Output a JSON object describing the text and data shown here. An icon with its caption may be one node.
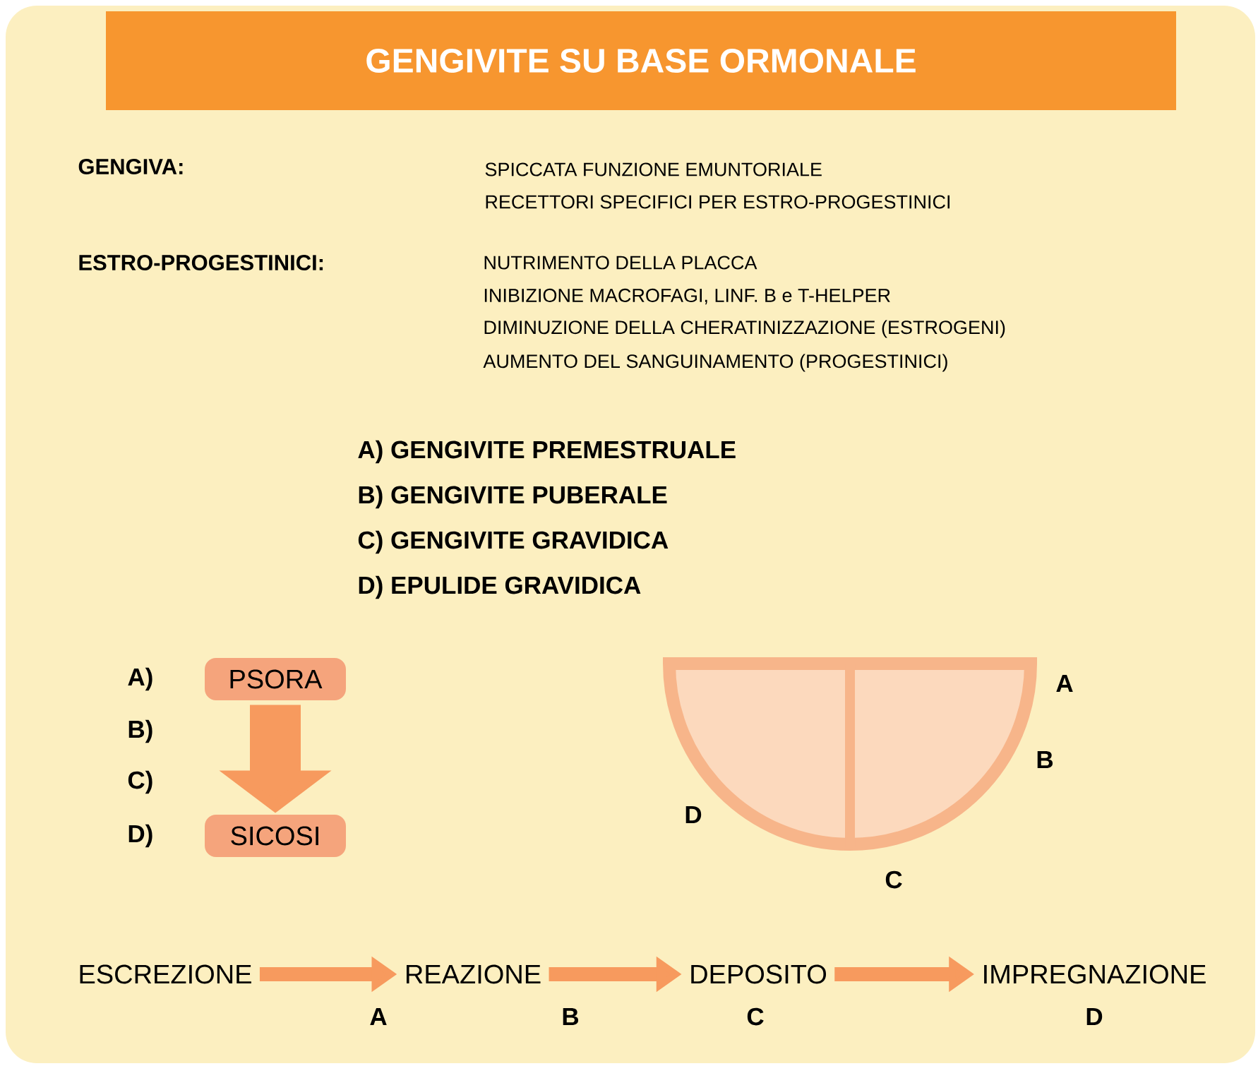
{
  "diagram": {
    "title": "GENGIVITE SU BASE ORMONALE",
    "nodes": [
      {
        "text": [
          "PSORA"
        ]
      },
      {
        "text": [
          "SICOSI"
        ]
      },
      {
        "text": [
          "ESCREZIONE"
        ]
      },
      {
        "text": [
          "REAZIONE"
        ]
      },
      {
        "text": [
          "DEPOSITO"
        ]
      },
      {
        "text": [
          "IMPREGNAZIONE"
        ]
      }
    ],
    "edges": [
      {
        "from": 0,
        "to": 1,
        "arrow": "to",
        "style": "thick"
      },
      {
        "from": 2,
        "to": 3,
        "arrow": "to"
      },
      {
        "from": 3,
        "to": 4,
        "arrow": "to"
      },
      {
        "from": 4,
        "to": 5,
        "arrow": "to"
      }
    ],
    "labels": [
      "GENGIVA:",
      "SPICCATA FUNZIONE EMUNTORIALE",
      "RECETTORI SPECIFICI PER ESTRO-PROGESTINICI",
      "ESTRO-PROGESTINICI:",
      "NUTRIMENTO DELLA PLACCA",
      "INIBIZIONE MACROFAGI, LINF. B e T-HELPER",
      "DIMINUZIONE DELLA CHERATINIZZAZIONE (ESTROGENI)",
      "AUMENTO DEL SANGUINAMENTO (PROGESTINICI)",
      "A) GENGIVITE PREMESTRUALE",
      "B) GENGIVITE PUBERALE",
      "C) GENGIVITE GRAVIDICA",
      "D) EPULIDE GRAVIDICA",
      "A)",
      "B)",
      "C)",
      "D)",
      "A",
      "B",
      "D",
      "C",
      "A",
      "B",
      "C",
      "D"
    ]
  }
}
